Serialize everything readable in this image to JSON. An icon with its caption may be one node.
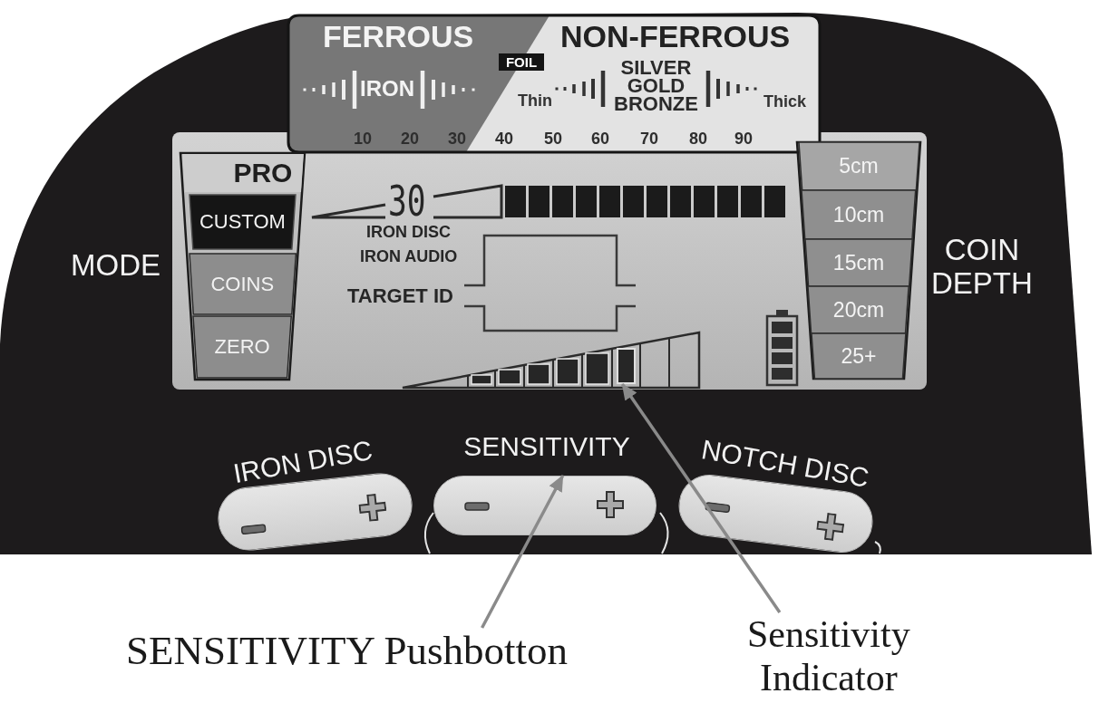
{
  "diagram": {
    "nodes": [
      {
        "text": [
          "FOIL"
        ]
      },
      {
        "text": [],
        "shape": "trapezoid"
      },
      {
        "text": [
          "PRO"
        ],
        "in": 1
      },
      {
        "text": [
          "CUSTOM"
        ],
        "in": 1
      },
      {
        "text": [
          "COINS"
        ],
        "in": 1
      },
      {
        "text": [
          "ZERO"
        ],
        "in": 1
      },
      {
        "text": [],
        "shape": "trapezoid"
      },
      {
        "text": [
          "5cm"
        ],
        "in": 6
      },
      {
        "text": [
          "10cm"
        ],
        "in": 6
      },
      {
        "text": [
          "15cm"
        ],
        "in": 6
      },
      {
        "text": [
          "20cm"
        ],
        "in": 6
      },
      {
        "text": [
          "25+"
        ],
        "in": 6
      },
      {
        "text": [],
        "shape": "bar"
      },
      {
        "text": [],
        "shape": "pill"
      },
      {
        "text": [],
        "shape": "pill"
      },
      {
        "text": [],
        "shape": "pill"
      },
      {
        "text": [
          "SENSITIVITY Pushbotton"
        ]
      },
      {
        "text": [
          "Sensitivity Indicator"
        ]
      }
    ],
    "edges": [
      {
        "from": 16,
        "to": 14,
        "arrow": "to"
      },
      {
        "from": 17,
        "to": 12,
        "arrow": "to"
      }
    ],
    "labels": [
      "FERROUS",
      "NON-FERROUS",
      "IRON",
      "Thin",
      "SILVER GOLD BRONZE",
      "Thick",
      "10",
      "20",
      "30",
      "40",
      "50",
      "60",
      "70",
      "80",
      "90",
      "30",
      "IRON DISC",
      "IRON AUDIO",
      "MODE",
      "TARGET ID",
      "COIN DEPTH",
      "IRON DISC",
      "SENSITIVITY",
      "NOTCH DISC"
    ]
  }
}
